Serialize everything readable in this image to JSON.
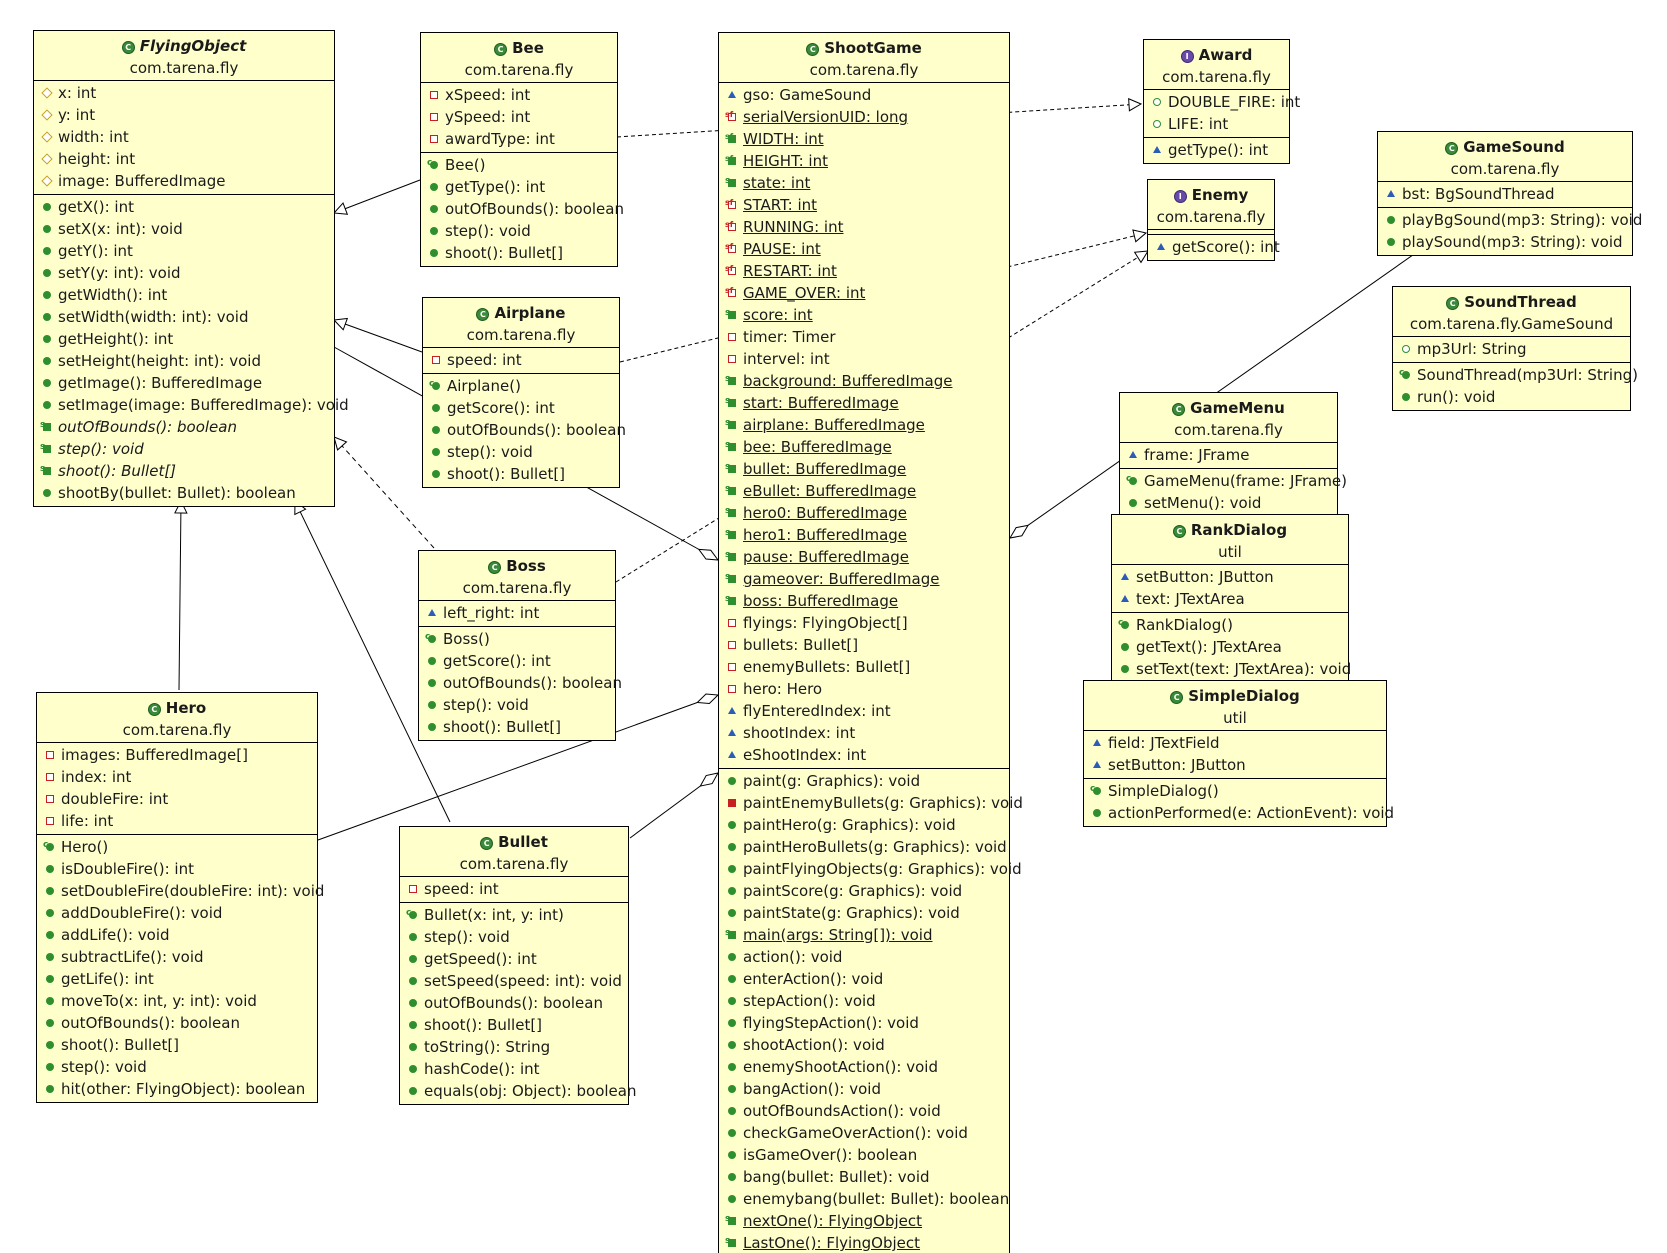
{
  "colors": {
    "box_fill": "#ffffcc",
    "border": "#000000",
    "public": "#2f8f2f",
    "private": "#c82020",
    "package": "#2a5cb8",
    "protected": "#c8a020"
  },
  "classes": {
    "flyingobject": {
      "name": "FlyingObject",
      "pkg": "com.tarena.fly",
      "abstract": true,
      "attrs": [
        {
          "t": "x: int",
          "v": "prot"
        },
        {
          "t": "y: int",
          "v": "prot"
        },
        {
          "t": "width: int",
          "v": "prot"
        },
        {
          "t": "height: int",
          "v": "prot"
        },
        {
          "t": "image: BufferedImage",
          "v": "prot"
        }
      ],
      "ops": [
        {
          "t": "getX(): int",
          "v": "pub"
        },
        {
          "t": "setX(x: int): void",
          "v": "pub"
        },
        {
          "t": "getY(): int",
          "v": "pub"
        },
        {
          "t": "setY(y: int): void",
          "v": "pub"
        },
        {
          "t": "getWidth(): int",
          "v": "pub"
        },
        {
          "t": "setWidth(width: int): void",
          "v": "pub"
        },
        {
          "t": "getHeight(): int",
          "v": "pub"
        },
        {
          "t": "setHeight(height: int): void",
          "v": "pub"
        },
        {
          "t": "getImage(): BufferedImage",
          "v": "pub"
        },
        {
          "t": "setImage(image: BufferedImage): void",
          "v": "pub"
        },
        {
          "t": "outOfBounds(): boolean",
          "v": "pubs",
          "i": true
        },
        {
          "t": "step(): void",
          "v": "pubs",
          "i": true
        },
        {
          "t": "shoot(): Bullet[]",
          "v": "pubs",
          "i": true
        },
        {
          "t": "shootBy(bullet: Bullet): boolean",
          "v": "pub"
        }
      ]
    },
    "bee": {
      "name": "Bee",
      "pkg": "com.tarena.fly",
      "attrs": [
        {
          "t": "xSpeed: int",
          "v": "priv"
        },
        {
          "t": "ySpeed: int",
          "v": "priv"
        },
        {
          "t": "awardType: int",
          "v": "priv"
        }
      ],
      "ops": [
        {
          "t": "Bee()",
          "v": "pubc"
        },
        {
          "t": "getType(): int",
          "v": "pub"
        },
        {
          "t": "outOfBounds(): boolean",
          "v": "pub"
        },
        {
          "t": "step(): void",
          "v": "pub"
        },
        {
          "t": "shoot(): Bullet[]",
          "v": "pub"
        }
      ]
    },
    "airplane": {
      "name": "Airplane",
      "pkg": "com.tarena.fly",
      "attrs": [
        {
          "t": "speed: int",
          "v": "priv"
        }
      ],
      "ops": [
        {
          "t": "Airplane()",
          "v": "pubc"
        },
        {
          "t": "getScore(): int",
          "v": "pub"
        },
        {
          "t": "outOfBounds(): boolean",
          "v": "pub"
        },
        {
          "t": "step(): void",
          "v": "pub"
        },
        {
          "t": "shoot(): Bullet[]",
          "v": "pub"
        }
      ]
    },
    "boss": {
      "name": "Boss",
      "pkg": "com.tarena.fly",
      "attrs": [
        {
          "t": "left_right: int",
          "v": "pkgv"
        }
      ],
      "ops": [
        {
          "t": "Boss()",
          "v": "pubc"
        },
        {
          "t": "getScore(): int",
          "v": "pub"
        },
        {
          "t": "outOfBounds(): boolean",
          "v": "pub"
        },
        {
          "t": "step(): void",
          "v": "pub"
        },
        {
          "t": "shoot(): Bullet[]",
          "v": "pub"
        }
      ]
    },
    "hero": {
      "name": "Hero",
      "pkg": "com.tarena.fly",
      "attrs": [
        {
          "t": "images: BufferedImage[]",
          "v": "priv"
        },
        {
          "t": "index: int",
          "v": "priv"
        },
        {
          "t": "doubleFire: int",
          "v": "priv"
        },
        {
          "t": "life: int",
          "v": "priv"
        }
      ],
      "ops": [
        {
          "t": "Hero()",
          "v": "pubc"
        },
        {
          "t": "isDoubleFire(): int",
          "v": "pub"
        },
        {
          "t": "setDoubleFire(doubleFire: int): void",
          "v": "pub"
        },
        {
          "t": "addDoubleFire(): void",
          "v": "pub"
        },
        {
          "t": "addLife(): void",
          "v": "pub"
        },
        {
          "t": "subtractLife(): void",
          "v": "pub"
        },
        {
          "t": "getLife(): int",
          "v": "pub"
        },
        {
          "t": "moveTo(x: int, y: int): void",
          "v": "pub"
        },
        {
          "t": "outOfBounds(): boolean",
          "v": "pub"
        },
        {
          "t": "shoot(): Bullet[]",
          "v": "pub"
        },
        {
          "t": "step(): void",
          "v": "pub"
        },
        {
          "t": "hit(other: FlyingObject): boolean",
          "v": "pub"
        }
      ]
    },
    "bullet": {
      "name": "Bullet",
      "pkg": "com.tarena.fly",
      "attrs": [
        {
          "t": "speed: int",
          "v": "priv"
        }
      ],
      "ops": [
        {
          "t": "Bullet(x: int, y: int)",
          "v": "pubc"
        },
        {
          "t": "step(): void",
          "v": "pub"
        },
        {
          "t": "getSpeed(): int",
          "v": "pub"
        },
        {
          "t": "setSpeed(speed: int): void",
          "v": "pub"
        },
        {
          "t": "outOfBounds(): boolean",
          "v": "pub"
        },
        {
          "t": "shoot(): Bullet[]",
          "v": "pub"
        },
        {
          "t": "toString(): String",
          "v": "pub"
        },
        {
          "t": "hashCode(): int",
          "v": "pub"
        },
        {
          "t": "equals(obj: Object): boolean",
          "v": "pub"
        }
      ]
    },
    "shootgame": {
      "name": "ShootGame",
      "pkg": "com.tarena.fly",
      "attrs": [
        {
          "t": "gso: GameSound",
          "v": "pkgv"
        },
        {
          "t": "serialVersionUID: long",
          "v": "privsf",
          "u": true
        },
        {
          "t": "WIDTH: int",
          "v": "pubsf",
          "u": true
        },
        {
          "t": "HEIGHT: int",
          "v": "pubsf",
          "u": true
        },
        {
          "t": "state: int",
          "v": "pubs",
          "u": true
        },
        {
          "t": "START: int",
          "v": "privsf",
          "u": true
        },
        {
          "t": "RUNNING: int",
          "v": "privsf",
          "u": true
        },
        {
          "t": "PAUSE: int",
          "v": "privsf",
          "u": true
        },
        {
          "t": "RESTART: int",
          "v": "privsf",
          "u": true
        },
        {
          "t": "GAME_OVER: int",
          "v": "privsf",
          "u": true
        },
        {
          "t": "score: int",
          "v": "pubs",
          "u": true
        },
        {
          "t": "timer: Timer",
          "v": "priv"
        },
        {
          "t": "intervel: int",
          "v": "priv"
        },
        {
          "t": "background: BufferedImage",
          "v": "pubs",
          "u": true
        },
        {
          "t": "start: BufferedImage",
          "v": "pubs",
          "u": true
        },
        {
          "t": "airplane: BufferedImage",
          "v": "pubs",
          "u": true
        },
        {
          "t": "bee: BufferedImage",
          "v": "pubs",
          "u": true
        },
        {
          "t": "bullet: BufferedImage",
          "v": "pubs",
          "u": true
        },
        {
          "t": "eBullet: BufferedImage",
          "v": "pubs",
          "u": true
        },
        {
          "t": "hero0: BufferedImage",
          "v": "pubs",
          "u": true
        },
        {
          "t": "hero1: BufferedImage",
          "v": "pubs",
          "u": true
        },
        {
          "t": "pause: BufferedImage",
          "v": "pubs",
          "u": true
        },
        {
          "t": "gameover: BufferedImage",
          "v": "pubs",
          "u": true
        },
        {
          "t": "boss: BufferedImage",
          "v": "pubs",
          "u": true
        },
        {
          "t": "flyings: FlyingObject[]",
          "v": "priv"
        },
        {
          "t": "bullets: Bullet[]",
          "v": "priv"
        },
        {
          "t": "enemyBullets: Bullet[]",
          "v": "priv"
        },
        {
          "t": "hero: Hero",
          "v": "priv"
        },
        {
          "t": "flyEnteredIndex: int",
          "v": "pkgv"
        },
        {
          "t": "shootIndex: int",
          "v": "pkgv"
        },
        {
          "t": "eShootIndex: int",
          "v": "pkgv"
        }
      ],
      "ops": [
        {
          "t": "paint(g: Graphics): void",
          "v": "pub"
        },
        {
          "t": "paintEnemyBullets(g: Graphics): void",
          "v": "privm"
        },
        {
          "t": "paintHero(g: Graphics): void",
          "v": "pub"
        },
        {
          "t": "paintHeroBullets(g: Graphics): void",
          "v": "pub"
        },
        {
          "t": "paintFlyingObjects(g: Graphics): void",
          "v": "pub"
        },
        {
          "t": "paintScore(g: Graphics): void",
          "v": "pub"
        },
        {
          "t": "paintState(g: Graphics): void",
          "v": "pub"
        },
        {
          "t": "main(args: String[]): void",
          "v": "pubs",
          "u": true
        },
        {
          "t": "action(): void",
          "v": "pub"
        },
        {
          "t": "enterAction(): void",
          "v": "pub"
        },
        {
          "t": "stepAction(): void",
          "v": "pub"
        },
        {
          "t": "flyingStepAction(): void",
          "v": "pub"
        },
        {
          "t": "shootAction(): void",
          "v": "pub"
        },
        {
          "t": "enemyShootAction(): void",
          "v": "pub"
        },
        {
          "t": "bangAction(): void",
          "v": "pub"
        },
        {
          "t": "outOfBoundsAction(): void",
          "v": "pub"
        },
        {
          "t": "checkGameOverAction(): void",
          "v": "pub"
        },
        {
          "t": "isGameOver(): boolean",
          "v": "pub"
        },
        {
          "t": "bang(bullet: Bullet): void",
          "v": "pub"
        },
        {
          "t": "enemybang(bullet: Bullet): boolean",
          "v": "pub"
        },
        {
          "t": "nextOne(): FlyingObject",
          "v": "pubs",
          "u": true
        },
        {
          "t": "LastOne(): FlyingObject",
          "v": "pubs",
          "u": true
        }
      ]
    },
    "award": {
      "name": "Award",
      "pkg": "com.tarena.fly",
      "interface": true,
      "attrs": [
        {
          "t": "DOUBLE_FIRE: int",
          "v": "pubo"
        },
        {
          "t": "LIFE: int",
          "v": "pubo"
        }
      ],
      "ops": [
        {
          "t": "getType(): int",
          "v": "pkgv"
        }
      ]
    },
    "enemy": {
      "name": "Enemy",
      "pkg": "com.tarena.fly",
      "interface": true,
      "attrs": [],
      "ops": [
        {
          "t": "getScore(): int",
          "v": "pkgv"
        }
      ]
    },
    "gamesound": {
      "name": "GameSound",
      "pkg": "com.tarena.fly",
      "attrs": [
        {
          "t": "bst: BgSoundThread",
          "v": "pkgv"
        }
      ],
      "ops": [
        {
          "t": "playBgSound(mp3: String): void",
          "v": "pub"
        },
        {
          "t": "playSound(mp3: String): void",
          "v": "pub"
        }
      ]
    },
    "soundthread": {
      "name": "SoundThread",
      "pkg": "com.tarena.fly.GameSound",
      "attrs": [
        {
          "t": "mp3Url: String",
          "v": "pubo"
        }
      ],
      "ops": [
        {
          "t": "SoundThread(mp3Url: String)",
          "v": "pubc"
        },
        {
          "t": "run(): void",
          "v": "pub"
        }
      ]
    },
    "gamemenu": {
      "name": "GameMenu",
      "pkg": "com.tarena.fly",
      "attrs": [
        {
          "t": "frame: JFrame",
          "v": "pkgv"
        }
      ],
      "ops": [
        {
          "t": "GameMenu(frame: JFrame)",
          "v": "pubc"
        },
        {
          "t": "setMenu(): void",
          "v": "pub"
        }
      ]
    },
    "rankdialog": {
      "name": "RankDialog",
      "pkg": "util",
      "attrs": [
        {
          "t": "setButton: JButton",
          "v": "pkgv"
        },
        {
          "t": "text: JTextArea",
          "v": "pkgv"
        }
      ],
      "ops": [
        {
          "t": "RankDialog()",
          "v": "pubc"
        },
        {
          "t": "getText(): JTextArea",
          "v": "pub"
        },
        {
          "t": "setText(text: JTextArea): void",
          "v": "pub"
        }
      ]
    },
    "simpledialog": {
      "name": "SimpleDialog",
      "pkg": "util",
      "attrs": [
        {
          "t": "field: JTextField",
          "v": "pkgv"
        },
        {
          "t": "setButton: JButton",
          "v": "pkgv"
        }
      ],
      "ops": [
        {
          "t": "SimpleDialog()",
          "v": "pubc"
        },
        {
          "t": "actionPerformed(e: ActionEvent): void",
          "v": "pub"
        }
      ]
    }
  }
}
